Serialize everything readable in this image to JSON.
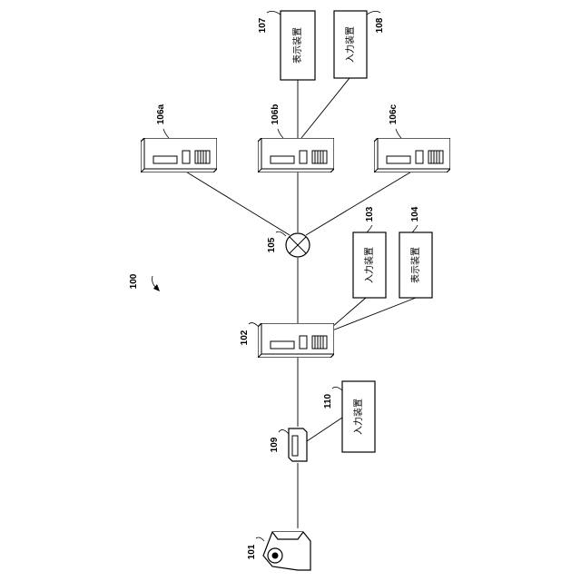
{
  "figure_label": "100",
  "labels": {
    "camera": "101",
    "server": "102",
    "input_device_server": "103",
    "display_device_server": "104",
    "network_hub": "105",
    "server_a": "106a",
    "server_b": "106b",
    "server_c": "106c",
    "display_device_b": "107",
    "input_device_b": "108",
    "controller": "109",
    "input_device_controller": "110"
  },
  "boxes": {
    "input_device_103": "入力装置",
    "display_device_104": "表示装置",
    "display_device_107": "表示装置",
    "input_device_108": "入力装置",
    "input_device_110": "入力装置"
  }
}
